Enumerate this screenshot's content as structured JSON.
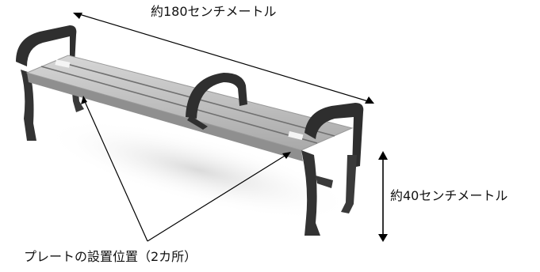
{
  "labels": {
    "length": "約180センチメートル",
    "height": "約40センチメートル",
    "plate": "プレートの設置位置（2カ所）"
  },
  "colors": {
    "seat": "#c4c4c4",
    "seat_shadow": "#8a8a8a",
    "frame": "#2e2e2e",
    "line": "#000000"
  }
}
